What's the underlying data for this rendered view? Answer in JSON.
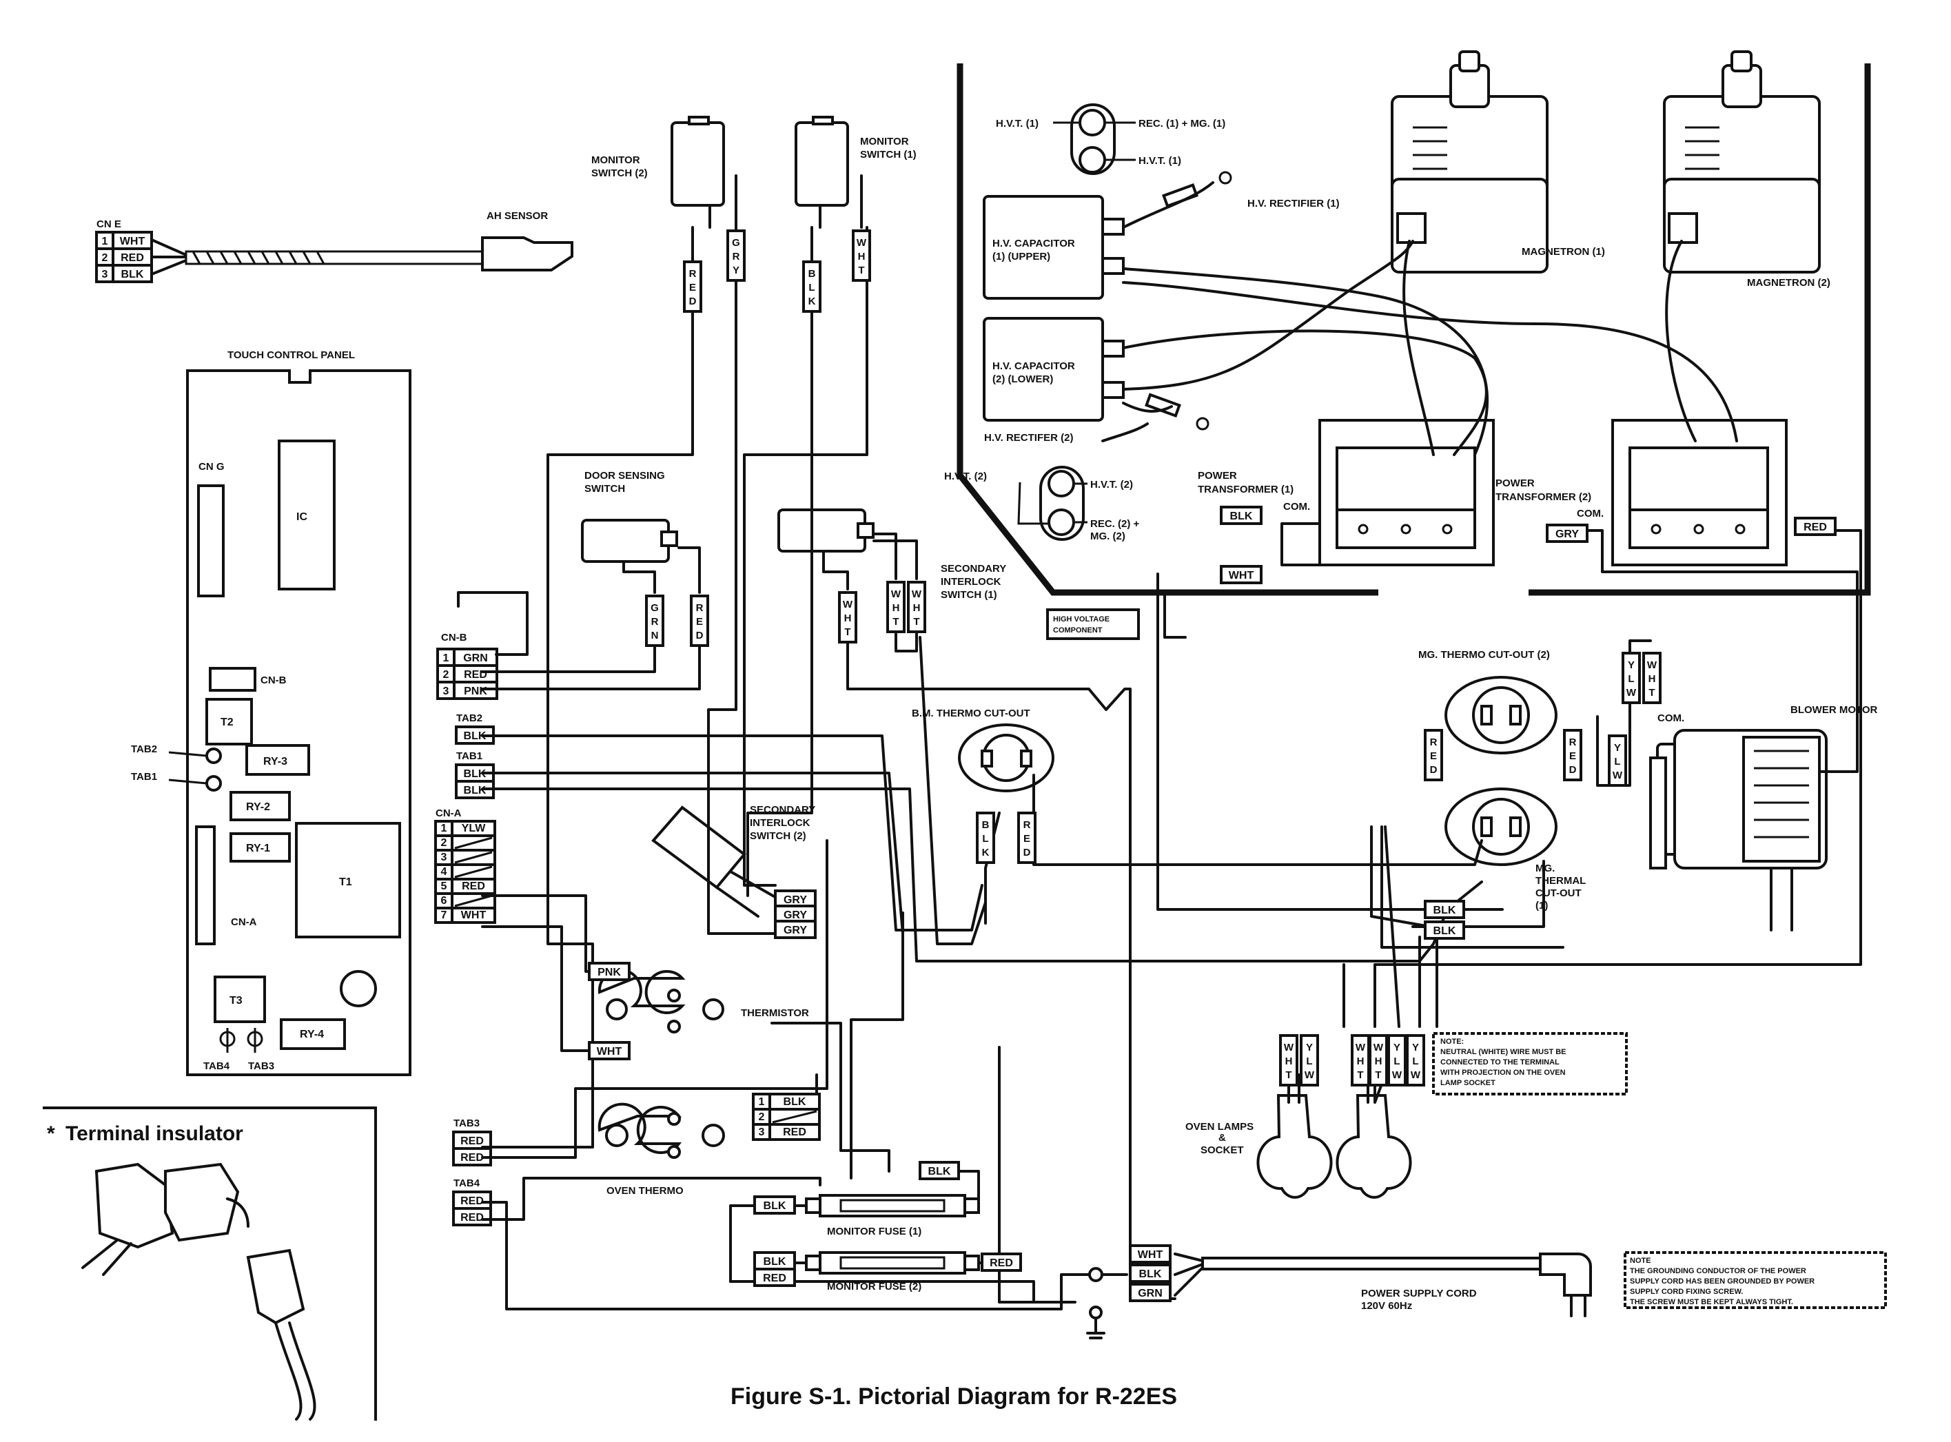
{
  "title": "Figure S-1. Pictorial Diagram for R-22ES",
  "inset_label": "Terminal insulator",
  "inset_marker": "*",
  "notes": {
    "neutral": [
      "NOTE:",
      "NEUTRAL (WHITE) WIRE MUST BE",
      "CONNECTED TO THE TERMINAL",
      "WITH PROJECTION ON THE OVEN",
      "LAMP SOCKET"
    ],
    "ground": [
      "NOTE",
      "THE GROUNDING CONDUCTOR OF THE POWER",
      "SUPPLY CORD HAS BEEN GROUNDED BY POWER",
      "SUPPLY CORD FIXING SCREW.",
      "THE SCREW MUST BE KEPT ALWAYS TIGHT."
    ]
  },
  "cn_e": {
    "label": "CN E",
    "pins": [
      {
        "n": "1",
        "c": "WHT"
      },
      {
        "n": "2",
        "c": "RED"
      },
      {
        "n": "3",
        "c": "BLK"
      }
    ],
    "sensor": "AH SENSOR"
  },
  "panel": {
    "title": "TOUCH CONTROL PANEL",
    "cn_g": "CN G",
    "ic": "IC",
    "cn_b_board": "CN-B",
    "t2": "T2",
    "tab2": "TAB2",
    "ry3": "RY-3",
    "tab1": "TAB1",
    "ry2": "RY-2",
    "ry1": "RY-1",
    "t1": "T1",
    "cn_a_board": "CN-A",
    "t3": "T3",
    "ry4": "RY-4",
    "tab4": "TAB4",
    "tab3": "TAB3"
  },
  "cn_b": {
    "label": "CN-B",
    "pins": [
      {
        "n": "1",
        "c": "GRN"
      },
      {
        "n": "2",
        "c": "RED"
      },
      {
        "n": "3",
        "c": "PNK"
      }
    ]
  },
  "tab2": {
    "label": "TAB2",
    "wires": [
      "BLK"
    ]
  },
  "tab1": {
    "label": "TAB1",
    "wires": [
      "BLK",
      "BLK"
    ]
  },
  "cn_a": {
    "label": "CN-A",
    "pins": [
      {
        "n": "1",
        "c": "YLW"
      },
      {
        "n": "2",
        "c": ""
      },
      {
        "n": "3",
        "c": ""
      },
      {
        "n": "4",
        "c": ""
      },
      {
        "n": "5",
        "c": "RED"
      },
      {
        "n": "6",
        "c": ""
      },
      {
        "n": "7",
        "c": "WHT"
      }
    ]
  },
  "tab3": {
    "label": "TAB3",
    "wires": [
      "RED",
      "RED"
    ]
  },
  "tab4": {
    "label": "TAB4",
    "wires": [
      "RED",
      "RED"
    ]
  },
  "switches": {
    "monitor2": {
      "label": [
        "MONITOR",
        "SWITCH (2)"
      ],
      "wires": [
        "RED",
        "GRY"
      ]
    },
    "monitor1": {
      "label": [
        "MONITOR",
        "SWITCH (1)"
      ],
      "wires": [
        "BLK",
        "WHT"
      ]
    },
    "door": {
      "label": [
        "DOOR SENSING",
        "SWITCH"
      ],
      "wires": [
        "GRN",
        "RED"
      ]
    },
    "sec1": {
      "label": [
        "SECONDARY",
        "INTERLOCK",
        "SWITCH (1)"
      ],
      "wires": [
        "WHT",
        "WHT",
        "WHT"
      ]
    },
    "sec2": {
      "label": [
        "SECONDARY",
        "INTERLOCK",
        "SWITCH (2)"
      ],
      "wires": [
        "GRY",
        "GRY",
        "GRY"
      ]
    }
  },
  "hv": {
    "hvt1": "H.V.T. (1)",
    "rec1mg1": "REC. (1) + MG. (1)",
    "hvt1b": "H.V.T. (1)",
    "rect1": "H.V. RECTIFIER (1)",
    "cap1": [
      "H.V. CAPACITOR",
      "(1) (UPPER)"
    ],
    "cap2": [
      "H.V. CAPACITOR",
      "(2) (LOWER)"
    ],
    "rect2": "H.V. RECTIFER (2)",
    "hvt2": "H.V.T. (2)",
    "hvt2b": "H.V.T. (2)",
    "rec2mg2": [
      "REC. (2) +",
      "MG. (2)"
    ],
    "mag1": "MAGNETRON (1)",
    "mag2": "MAGNETRON (2)",
    "pt1": [
      "POWER",
      "TRANSFORMER (1)"
    ],
    "pt2": [
      "POWER",
      "TRANSFORMER (2)"
    ],
    "com": "COM.",
    "hv_component": [
      "HIGH VOLTAGE",
      "COMPONENT"
    ],
    "pt1_wires": [
      "BLK",
      "WHT"
    ],
    "pt2_wires": [
      "GRY",
      "RED"
    ]
  },
  "thermo": {
    "bm": "B.M. THERMO CUT-OUT",
    "bm_wires": [
      "BLK",
      "RED"
    ],
    "mg2": "MG. THERMO CUT-OUT (2)",
    "mg2_wires": [
      "RED",
      "RED"
    ],
    "mg1": [
      "MG.",
      "THERMAL",
      "CUT-OUT",
      "(1)"
    ],
    "mg1_wires": [
      "BLK",
      "BLK"
    ],
    "thermistor": "THERMISTOR",
    "thermistor_wires": [
      "PNK",
      "WHT"
    ],
    "oven": "OVEN THERMO",
    "oven_pins": [
      {
        "n": "1",
        "c": "BLK"
      },
      {
        "n": "2",
        "c": ""
      },
      {
        "n": "3",
        "c": "RED"
      }
    ],
    "oven_blk": "BLK"
  },
  "blower": {
    "label": "BLOWER MOTOR",
    "com": "COM.",
    "wires": [
      "YLW",
      "WHT",
      "YLW"
    ]
  },
  "lamps": {
    "label": [
      "OVEN LAMPS",
      "&",
      "SOCKET"
    ],
    "wires": [
      "WHT",
      "YLW",
      "WHT",
      "WHT",
      "YLW",
      "YLW"
    ]
  },
  "fuses": {
    "f1": "MONITOR FUSE (1)",
    "f2": "MONITOR FUSE (2)",
    "f1_wires": [
      "BLK"
    ],
    "f2_wires": [
      "BLK",
      "RED",
      "RED"
    ]
  },
  "cord": {
    "label": [
      "POWER SUPPLY CORD",
      "120V 60Hz"
    ],
    "wires": [
      "WHT",
      "BLK",
      "GRN"
    ]
  }
}
